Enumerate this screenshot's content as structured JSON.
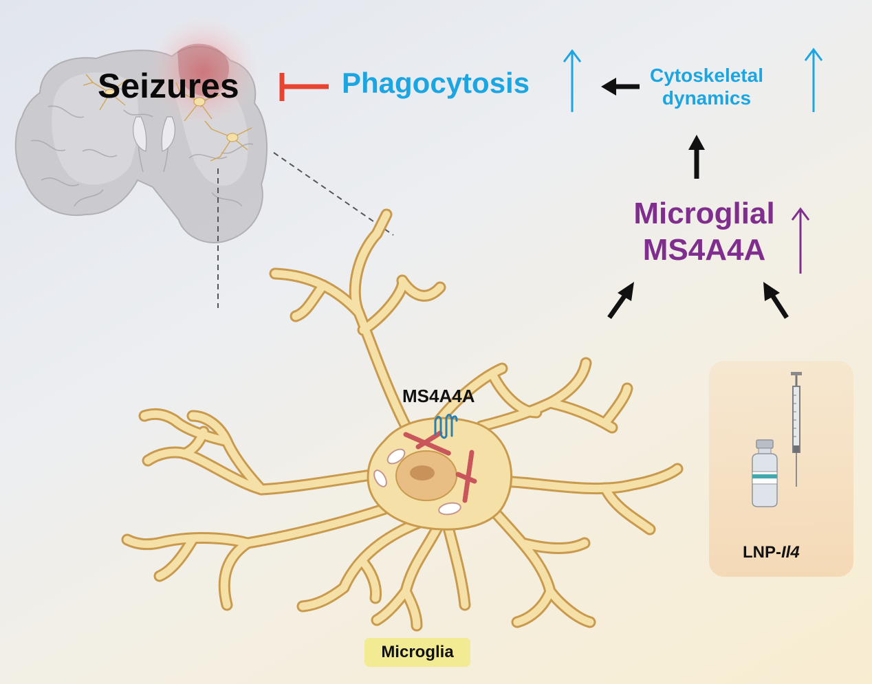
{
  "labels": {
    "seizures": "Seizures",
    "phagocytosis": "Phagocytosis",
    "cytoskeletal_line1": "Cytoskeletal",
    "cytoskeletal_line2": "dynamics",
    "microglial_line1": "Microglial",
    "microglial_line2": "MS4A4A",
    "ms4a4a_cell": "MS4A4A",
    "lnp_prefix": "LNP-",
    "lnp_gene": "Il4",
    "microglia_badge": "Microglia"
  },
  "colors": {
    "blue": "#1ba5e1",
    "purple": "#7f2e8e",
    "red_inhibit": "#e8432e",
    "cell_fill": "#f5e1a7",
    "cell_stroke": "#c99a4e",
    "brain": "#c8c7ca",
    "badge": "#f3ea94"
  },
  "icons": [
    "brain-section-illustration",
    "microglia-cell-illustration",
    "vial-icon",
    "syringe-icon",
    "ms4a4a-protein-icon",
    "mitochondria-icon",
    "actin-filament-icon"
  ]
}
